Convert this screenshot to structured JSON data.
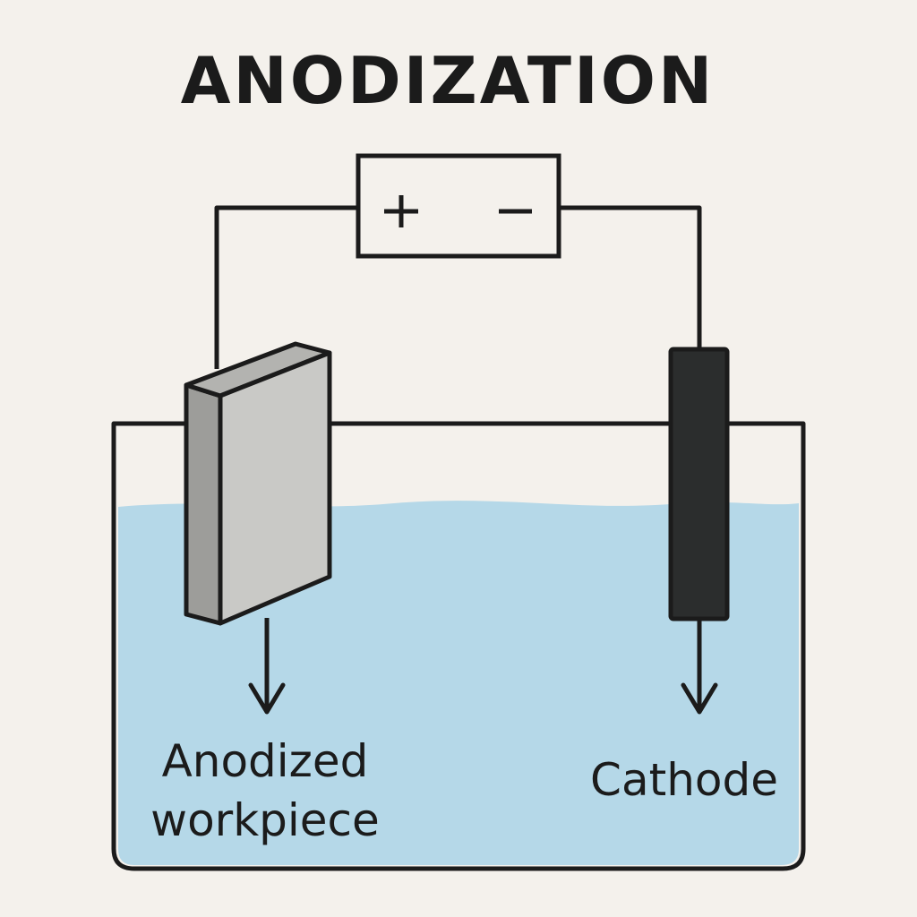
{
  "title": "ANODIZATION",
  "power_supply": {
    "positive_symbol": "+",
    "negative_symbol": "−"
  },
  "labels": {
    "anode_line1": "Anodized",
    "anode_line2": "workpiece",
    "cathode": "Cathode"
  },
  "colors": {
    "background": "#f4f1ec",
    "electrolyte": "#b5d8e8",
    "workpiece_face": "#c9c9c6",
    "workpiece_side": "#9d9d9a",
    "cathode": "#2b2d2d",
    "outline": "#1b1b1b"
  }
}
